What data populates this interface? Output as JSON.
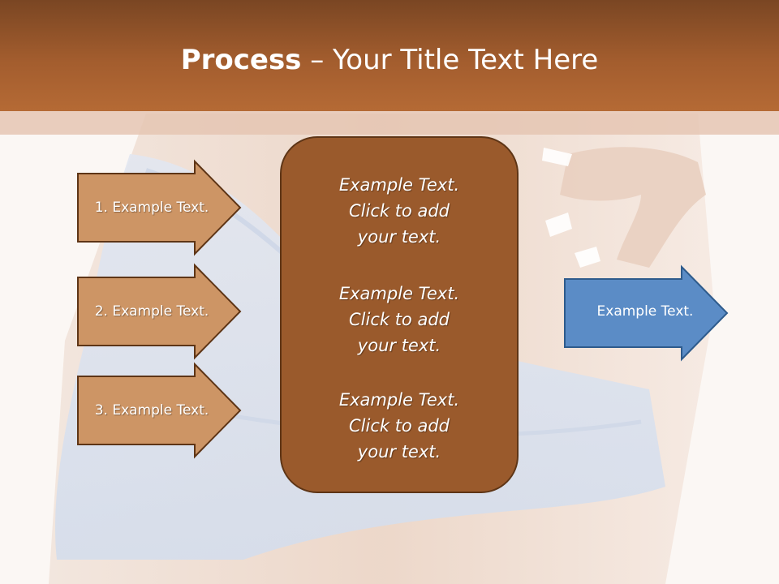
{
  "slide": {
    "title_bold": "Process",
    "title_rest": " – Your Title Text Here"
  },
  "left_arrows": [
    {
      "label": "1. Example Text."
    },
    {
      "label": "2. Example Text."
    },
    {
      "label": "3. Example Text."
    }
  ],
  "center_box": {
    "blocks": [
      {
        "line1": "Example Text.",
        "line2": "Click  to add",
        "line3": "your text."
      },
      {
        "line1": "Example Text.",
        "line2": "Click  to add",
        "line3": "your text."
      },
      {
        "line1": "Example Text.",
        "line2": "Click  to add",
        "line3": "your text."
      }
    ]
  },
  "right_arrow": {
    "label": "Example Text."
  },
  "colors": {
    "header": "#a35d2e",
    "left_arrow_fill": "#cd9565",
    "center_box_fill": "#9a5a2c",
    "right_arrow_fill": "#5b8cc6"
  }
}
